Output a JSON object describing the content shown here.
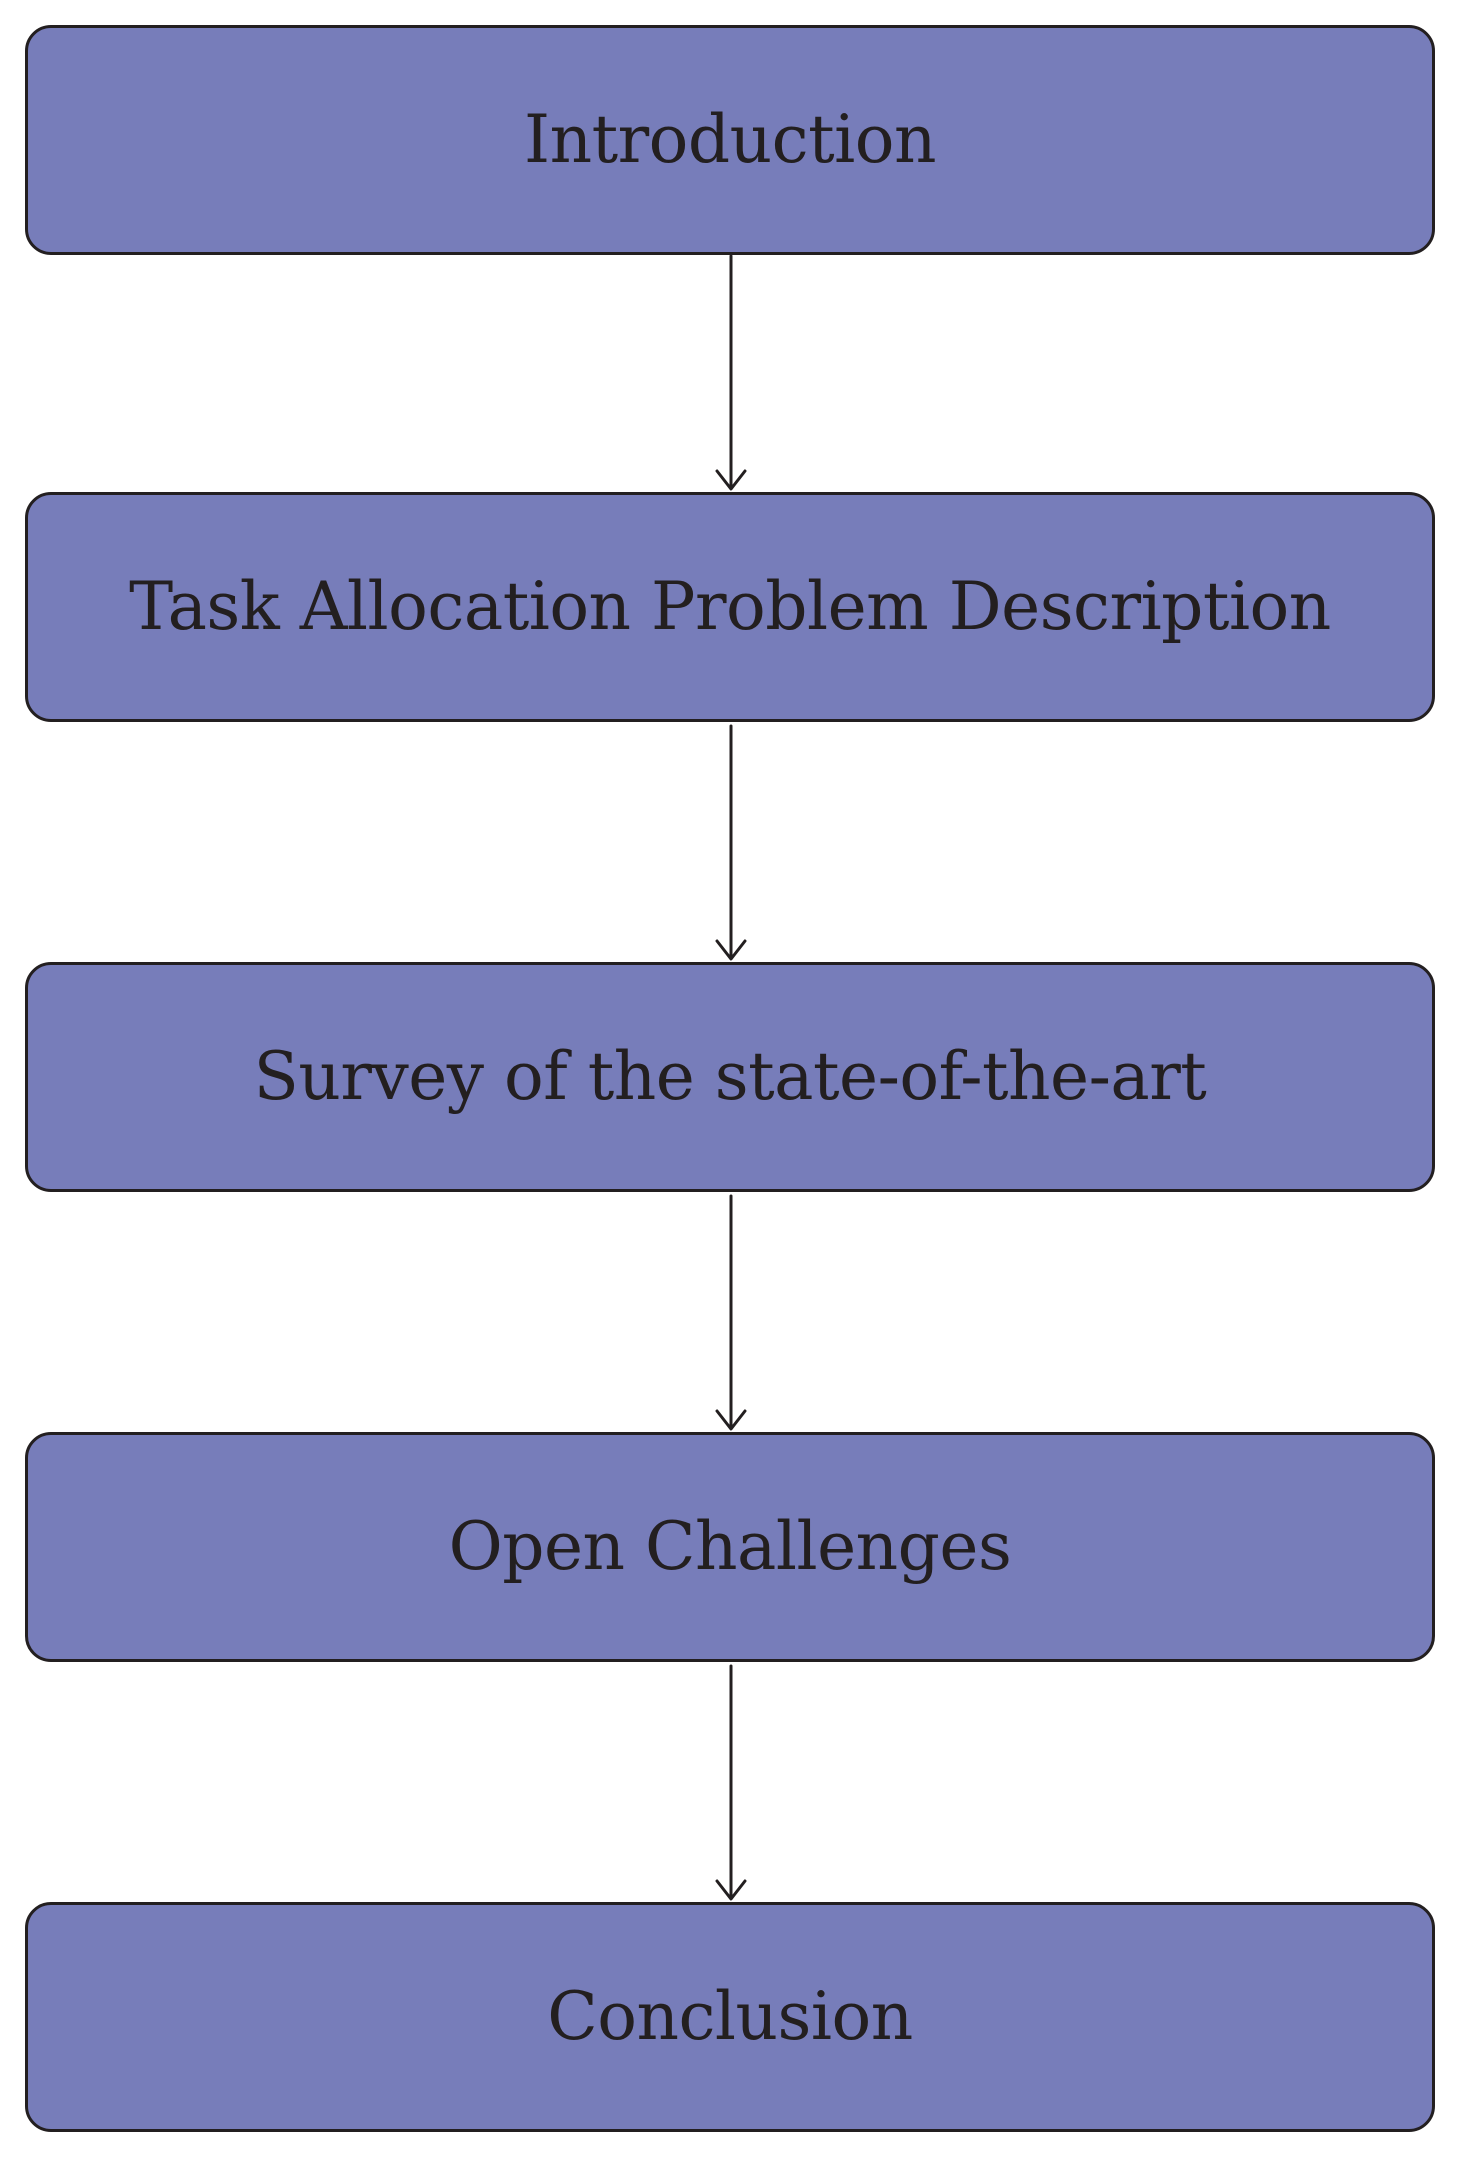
{
  "flowchart": {
    "steps": [
      {
        "label": "Introduction"
      },
      {
        "label": "Task Allocation Problem Description"
      },
      {
        "label": "Survey of the state-of-the-art"
      },
      {
        "label": "Open Challenges"
      },
      {
        "label": "Conclusion"
      }
    ]
  },
  "colors": {
    "box_fill": "#777dba",
    "box_border": "#231f20",
    "text": "#231f20",
    "arrow": "#231f20"
  }
}
